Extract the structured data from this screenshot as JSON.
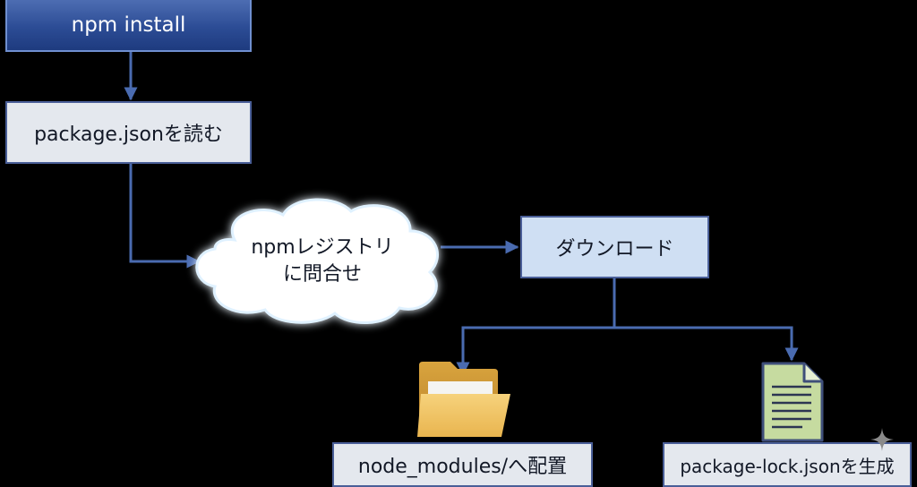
{
  "nodes": {
    "install": "npm install",
    "read": "package.jsonを読む",
    "registry_line1": "npmレジストリ",
    "registry_line2": "に問合せ",
    "download": "ダウンロード",
    "modules": "node_modules/へ配置",
    "lock": "package-lock.jsonを生成"
  },
  "colors": {
    "background": "#000000",
    "arrow": "#4a6bb0",
    "install_fill": "#2c4c95",
    "download_fill": "#cfdff3",
    "box_fill": "#e4e8ee",
    "folder": "#f2c66a",
    "document": "#c6dba0"
  },
  "icons": [
    "folder-icon",
    "document-icon",
    "sparkle-icon"
  ]
}
